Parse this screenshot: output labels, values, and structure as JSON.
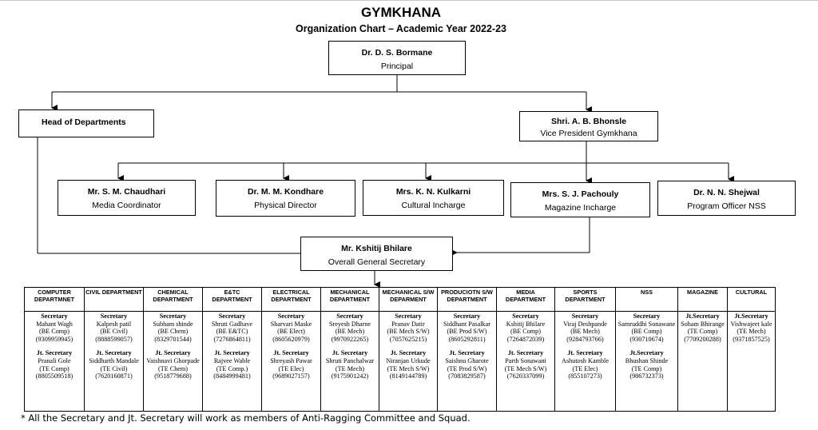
{
  "title": "GYMKHANA",
  "subtitle": "Organization Chart – Academic Year 2022-23",
  "principal": {
    "name": "Dr. D. S. Bormane",
    "role": "Principal"
  },
  "hod": {
    "label": "Head of Departments"
  },
  "vp": {
    "name": "Shri. A. B. Bhonsle",
    "role": "Vice President Gymkhana"
  },
  "coordinators": [
    {
      "name": "Mr. S. M. Chaudhari",
      "role": "Media Coordinator"
    },
    {
      "name": "Dr. M. M. Kondhare",
      "role": "Physical Director"
    },
    {
      "name": "Mrs. K. N. Kulkarni",
      "role": "Cultural Incharge"
    },
    {
      "name": "Mrs. S. J. Pachouly",
      "role": "Magazine Incharge"
    },
    {
      "name": "Dr. N. N. Shejwal",
      "role": "Program Officer NSS"
    }
  ],
  "gs": {
    "name": "Mr. Kshitij Bhilare",
    "role": "Overall General Secretary"
  },
  "departments": [
    {
      "header": "COMPUTER DEPARTMNET",
      "sec": {
        "pos": "Secretary",
        "name": "Mahant Wagh",
        "branch": "(BE Comp)",
        "phone": "(9309959945)"
      },
      "jt": {
        "pos": "Jt. Secretary",
        "name": "Pranali Gole",
        "branch": "(TE Comp)",
        "phone": "(8805509518)"
      }
    },
    {
      "header": "CIVIL DEPARTMENT",
      "sec": {
        "pos": "Secretary",
        "name": "Kalpesh patil",
        "branch": "(BE Civil)",
        "phone": "(8888599057)"
      },
      "jt": {
        "pos": "Jt. Secretary",
        "name": "Siddharth Mandale",
        "branch": "(TE Civil)",
        "phone": "(7620160871)"
      }
    },
    {
      "header": "CHEMICAL DEPARTMENT",
      "sec": {
        "pos": "Secretary",
        "name": "Subham shinde",
        "branch": "(BE Chem)",
        "phone": "(8329701544)"
      },
      "jt": {
        "pos": "Jt. Secretary",
        "name": "Vaishnavi Ghorpade",
        "branch": "(TE Chem)",
        "phone": "(9518779688)"
      }
    },
    {
      "header": "E&TC DEPARTMENT",
      "sec": {
        "pos": "Secretary",
        "name": "Shruti Gadhave",
        "branch": "(BE E&TC)",
        "phone": "(7276864811)"
      },
      "jt": {
        "pos": "Jt. Secretary",
        "name": "Rajvee Wable",
        "branch": "(TE Comp.)",
        "phone": "(8484999481)"
      }
    },
    {
      "header": "ELECTRICAL DEPARTMENT",
      "sec": {
        "pos": "Secretary",
        "name": "Sharvari Maske",
        "branch": "(BE Elect)",
        "phone": "(8605620979)"
      },
      "jt": {
        "pos": "Jt. Secretary",
        "name": "Shreyash Pawar",
        "branch": "(TE Elec)",
        "phone": "(9689027157)"
      }
    },
    {
      "header": "MECHANICAL DEPARTMENT",
      "sec": {
        "pos": "Secretary",
        "name": "Sreyesh Dharne",
        "branch": "(BE Mech)",
        "phone": "(9970922265)"
      },
      "jt": {
        "pos": "Jt. Secretary",
        "name": "Shruti Panchalwar",
        "branch": "(TE Mech)",
        "phone": "(9175901242)"
      }
    },
    {
      "header": "MECHANICAL S/W DEPARMENT",
      "sec": {
        "pos": "Secretary",
        "name": "Pranav Datir",
        "branch": "(BE Mech S/W)",
        "phone": "(7057625215)"
      },
      "jt": {
        "pos": "Jt. Secretary",
        "name": "Niranjan Urkude",
        "branch": "(TE Mech S/W)",
        "phone": "(8149144789)"
      }
    },
    {
      "header": "PRODUCIOTN S/W DEPARTMENT",
      "sec": {
        "pos": "Secretary",
        "name": "Siddhant Pasalkar",
        "branch": "(BE Prod S/W)",
        "phone": "(8605292811)"
      },
      "jt": {
        "pos": "Jt. Secretary",
        "name": "Saishnu Gharote",
        "branch": "(TE Prod S/W)",
        "phone": "(7083829587)"
      }
    },
    {
      "header": "MEDIA DEPARTMENT",
      "sec": {
        "pos": "Secretary",
        "name": "Kshitij Bhilare",
        "branch": "(BE Comp)",
        "phone": "(7264872039)"
      },
      "jt": {
        "pos": "Jt. Secretary",
        "name": "Parth Sonawani",
        "branch": "(TE Mech S/W)",
        "phone": "(7620337099)"
      }
    },
    {
      "header": "SPORTS DEPARTMENT",
      "sec": {
        "pos": "Secretary",
        "name": "Viraj Deshpande",
        "branch": "(BE Mech)",
        "phone": "(9284793766)"
      },
      "jt": {
        "pos": "Jt. Secretary",
        "name": "Ashutosh Kamble",
        "branch": "(TE Elec)",
        "phone": "(855107273)"
      }
    },
    {
      "header": "NSS",
      "sec": {
        "pos": "Secretary",
        "name": "Samruddhi Sonawane",
        "branch": "(BE Comp)",
        "phone": "(930710674)"
      },
      "jt": {
        "pos": "Jt.Secretary",
        "name": "Bhushan Shinde",
        "branch": "(TE Comp)",
        "phone": "(986732373)"
      }
    },
    {
      "header": "MAGAZINE",
      "sec": {
        "pos": "Jt.Secretary",
        "name": "Soham Bhirange",
        "branch": "(TE Comp)",
        "phone": "(7709200288)"
      },
      "jt": null
    },
    {
      "header": "CULTURAL",
      "sec": {
        "pos": "Jt.Secretary",
        "name": "Vishwajeet kale",
        "branch": "(TE Mech)",
        "phone": "(9371857525)"
      },
      "jt": null
    }
  ],
  "footnote": "* All the Secretary and Jt. Secretary will work as members of Anti-Ragging Committee and Squad."
}
